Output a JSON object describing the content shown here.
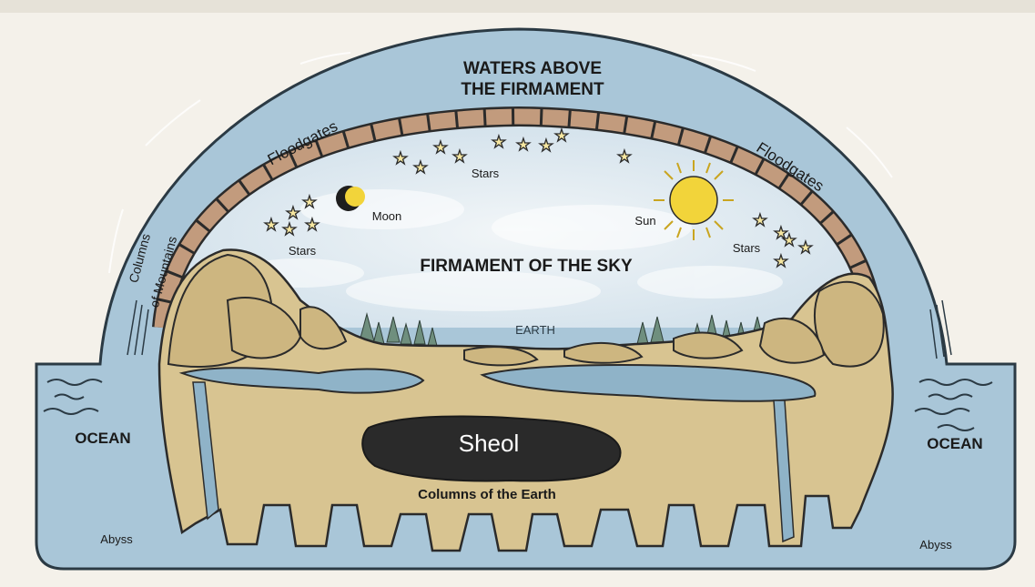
{
  "diagram": {
    "waters_above_line1": "WATERS ABOVE",
    "waters_above_line2": "THE FIRMAMENT",
    "floodgates_left": "Floodgates",
    "floodgates_right": "Floodgates",
    "columns_of_mountains_line1": "Columns",
    "columns_of_mountains_line2": "of Mountains",
    "stars_top": "Stars",
    "stars_left": "Stars",
    "stars_right": "Stars",
    "moon": "Moon",
    "sun": "Sun",
    "firmament_of_sky": "FIRMAMENT OF THE SKY",
    "earth": "EARTH",
    "ocean_left": "OCEAN",
    "ocean_right": "OCEAN",
    "sheol": "Sheol",
    "columns_of_earth": "Columns of the Earth",
    "abyss_left": "Abyss",
    "abyss_right": "Abyss"
  },
  "colors": {
    "background": "#f4f1ea",
    "water": "#a9c6d8",
    "sky": "#dde8ef",
    "earth": "#d8c491",
    "sheol": "#2a2a2a",
    "sun": "#f2d43a",
    "brick": "#b9957a"
  }
}
